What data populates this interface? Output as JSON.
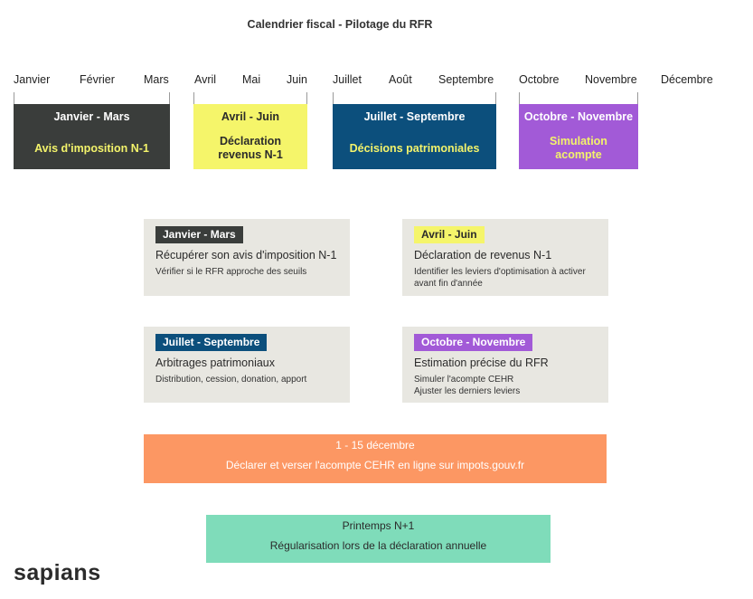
{
  "title": "Calendrier fiscal - Pilotage du RFR",
  "months": [
    "Janvier",
    "Février",
    "Mars",
    "Avril",
    "Mai",
    "Juin",
    "Juillet",
    "Août",
    "Septembre",
    "Octobre",
    "Novembre",
    "Décembre"
  ],
  "quarters": [
    {
      "period": "Janvier - Mars",
      "subtitle": "Avis d'imposition N-1",
      "bg": "#3a3d3b",
      "period_color": "#ffffff",
      "subtitle_color": "#f3f36b"
    },
    {
      "period": "Avril - Juin",
      "subtitle": "Déclaration revenus N-1",
      "bg": "#f5f56a",
      "period_color": "#2b2b2b",
      "subtitle_color": "#2b2b2b"
    },
    {
      "period": "Juillet - Septembre",
      "subtitle": "Décisions patrimoniales",
      "bg": "#0c4f7c",
      "period_color": "#ffffff",
      "subtitle_color": "#f3f36b"
    },
    {
      "period": "Octobre - Novembre",
      "subtitle": "Simulation acompte",
      "bg": "#a25ad7",
      "period_color": "#ffffff",
      "subtitle_color": "#f3f36b"
    }
  ],
  "cards": [
    {
      "badge": "Janvier - Mars",
      "badge_bg": "#3a3d3b",
      "badge_color": "#ffffff",
      "title": "Récupérer son avis d'imposition N-1",
      "desc": [
        "Vérifier si le RFR approche des seuils"
      ]
    },
    {
      "badge": "Avril - Juin",
      "badge_bg": "#f5f56a",
      "badge_color": "#2b2b2b",
      "title": "Déclaration de revenus N-1",
      "desc": [
        "Identifier les leviers d'optimisation à activer",
        "avant fin d'année"
      ]
    },
    {
      "badge": "Juillet - Septembre",
      "badge_bg": "#0c4f7c",
      "badge_color": "#ffffff",
      "title": "Arbitrages patrimoniaux",
      "desc": [
        "Distribution, cession, donation, apport"
      ]
    },
    {
      "badge": "Octobre - Novembre",
      "badge_bg": "#a25ad7",
      "badge_color": "#ffffff",
      "title": "Estimation précise du RFR",
      "desc": [
        "Simuler l'acompte CEHR",
        "Ajuster les derniers leviers"
      ]
    }
  ],
  "december": {
    "period": "1 - 15 décembre",
    "text": "Déclarer et verser l'acompte CEHR en ligne sur impots.gouv.fr",
    "bg": "#fc9763"
  },
  "spring": {
    "period": "Printemps N+1",
    "text": "Régularisation lors de la déclaration annuelle",
    "bg": "#7fdcba"
  },
  "logo": "sapians"
}
